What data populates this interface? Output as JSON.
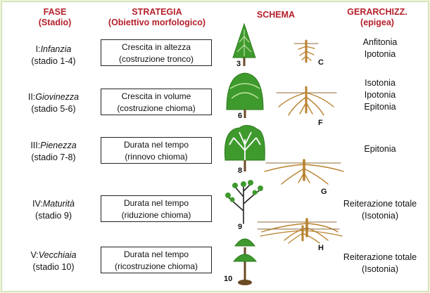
{
  "headers": {
    "fase": "FASE",
    "fase_sub": "(Stadio)",
    "strategia": "STRATEGIA",
    "strategia_sub": "(Obiettivo morfologico)",
    "schema": "SCHEMA",
    "gerarchia": "GERARCHIZZ.",
    "gerarchia_sub": "(epigea)"
  },
  "rows": [
    {
      "roman": "I:",
      "phase": "Infanzia",
      "stage": "(stadio 1-4)",
      "strategy_line1": "Crescita in altezza",
      "strategy_line2": "(costruzione tronco)",
      "tree_number": "3",
      "root_letter": "C",
      "hierarchy": [
        "Anfitonia",
        "Ipotonia"
      ]
    },
    {
      "roman": "II:",
      "phase": "Giovinezza",
      "stage": "(stadio 5-6)",
      "strategy_line1": "Crescita in volume",
      "strategy_line2": "(costruzione chioma)",
      "tree_number": "6",
      "root_letter": "F",
      "hierarchy": [
        "Isotonia",
        "Ipotonia",
        "Epitonia"
      ]
    },
    {
      "roman": "III:",
      "phase": "Pienezza",
      "stage": "(stadio 7-8)",
      "strategy_line1": "Durata nel tempo",
      "strategy_line2": "(rinnovo chioma)",
      "tree_number": "8",
      "root_letter": "",
      "hierarchy": [
        "Epitonia"
      ]
    },
    {
      "roman": "IV:",
      "phase": "Maturità",
      "stage": "(stadio 9)",
      "strategy_line1": "Durata nel tempo",
      "strategy_line2": "(riduzione chioma)",
      "tree_number": "9",
      "root_letter": "G",
      "hierarchy": [
        "Reiterazione totale",
        "(Isotonia)"
      ]
    },
    {
      "roman": "V:",
      "phase": "Vecchiaia",
      "stage": "(stadio 10)",
      "strategy_line1": "Durata nel tempo",
      "strategy_line2": "(ricostruzione chioma)",
      "tree_number": "10",
      "root_letter": "H",
      "hierarchy": [
        "Reiterazione totale",
        "(Isotonia)"
      ]
    }
  ],
  "colors": {
    "header_red": "#b5202b",
    "crown_green": "#3f9a2e",
    "crown_light": "#9fd46a",
    "trunk_brown": "#6b4a24",
    "root_gold": "#b8822e",
    "background_green": "#e9f2d6"
  }
}
